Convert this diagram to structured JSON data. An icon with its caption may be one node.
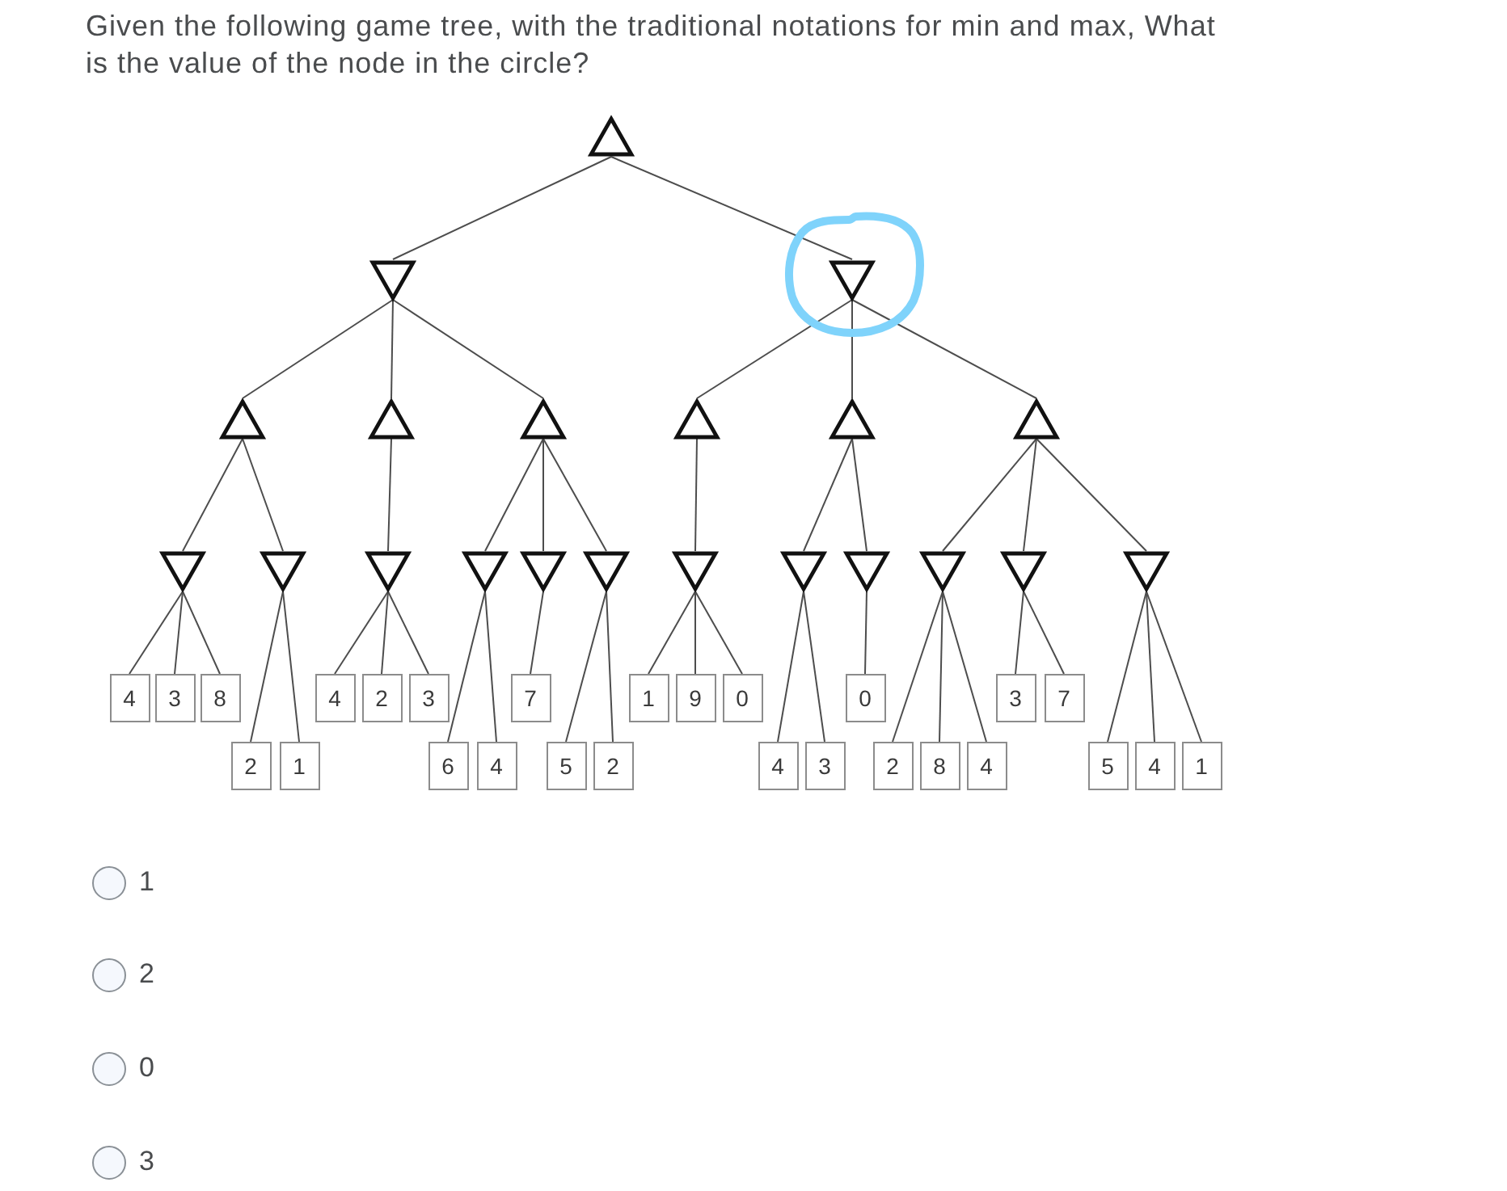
{
  "diagram": {
    "title": "Given the following game tree, with the traditional notations for min and max, What is the value of the node in the circle?",
    "nodes": [
      {
        "text": [],
        "shape": "triangle"
      },
      {
        "text": [],
        "shape": "triangle"
      },
      {
        "text": [],
        "shape": "triangle"
      },
      {
        "text": [],
        "shape": "triangle"
      },
      {
        "text": [],
        "shape": "triangle"
      },
      {
        "text": [],
        "shape": "triangle"
      },
      {
        "text": [],
        "shape": "triangle"
      },
      {
        "text": [],
        "shape": "triangle"
      },
      {
        "text": [],
        "shape": "triangle"
      },
      {
        "text": [],
        "shape": "triangle"
      },
      {
        "text": [],
        "shape": "triangle"
      },
      {
        "text": [],
        "shape": "triangle"
      },
      {
        "text": [],
        "shape": "triangle"
      },
      {
        "text": [],
        "shape": "triangle"
      },
      {
        "text": [],
        "shape": "triangle"
      },
      {
        "text": [],
        "shape": "triangle"
      },
      {
        "text": [],
        "shape": "triangle"
      },
      {
        "text": [],
        "shape": "triangle"
      },
      {
        "text": [],
        "shape": "triangle"
      },
      {
        "text": [],
        "shape": "triangle"
      },
      {
        "text": [],
        "shape": "triangle"
      },
      {
        "text": [
          "4"
        ]
      },
      {
        "text": [
          "3"
        ]
      },
      {
        "text": [
          "8"
        ]
      },
      {
        "text": [
          "2"
        ]
      },
      {
        "text": [
          "1"
        ]
      },
      {
        "text": [
          "4"
        ]
      },
      {
        "text": [
          "2"
        ]
      },
      {
        "text": [
          "3"
        ]
      },
      {
        "text": [
          "6"
        ]
      },
      {
        "text": [
          "4"
        ]
      },
      {
        "text": [
          "7"
        ]
      },
      {
        "text": [
          "5"
        ]
      },
      {
        "text": [
          "2"
        ]
      },
      {
        "text": [
          "1"
        ]
      },
      {
        "text": [
          "9"
        ]
      },
      {
        "text": [
          "0"
        ]
      },
      {
        "text": [
          "4"
        ]
      },
      {
        "text": [
          "3"
        ]
      },
      {
        "text": [
          "0"
        ]
      },
      {
        "text": [
          "2"
        ]
      },
      {
        "text": [
          "8"
        ]
      },
      {
        "text": [
          "4"
        ]
      },
      {
        "text": [
          "3"
        ]
      },
      {
        "text": [
          "7"
        ]
      },
      {
        "text": [
          "5"
        ]
      },
      {
        "text": [
          "4"
        ]
      },
      {
        "text": [
          "1"
        ]
      }
    ],
    "edges": [
      {
        "from": 0,
        "to": 1,
        "arrow": "none"
      },
      {
        "from": 0,
        "to": 2,
        "arrow": "none"
      },
      {
        "from": 1,
        "to": 3,
        "arrow": "none"
      },
      {
        "from": 1,
        "to": 4,
        "arrow": "none"
      },
      {
        "from": 1,
        "to": 5,
        "arrow": "none"
      },
      {
        "from": 2,
        "to": 6,
        "arrow": "none"
      },
      {
        "from": 2,
        "to": 7,
        "arrow": "none"
      },
      {
        "from": 2,
        "to": 8,
        "arrow": "none"
      },
      {
        "from": 3,
        "to": 9,
        "arrow": "none"
      },
      {
        "from": 3,
        "to": 10,
        "arrow": "none"
      },
      {
        "from": 4,
        "to": 11,
        "arrow": "none"
      },
      {
        "from": 5,
        "to": 12,
        "arrow": "none"
      },
      {
        "from": 5,
        "to": 13,
        "arrow": "none"
      },
      {
        "from": 5,
        "to": 14,
        "arrow": "none"
      },
      {
        "from": 6,
        "to": 15,
        "arrow": "none"
      },
      {
        "from": 7,
        "to": 16,
        "arrow": "none"
      },
      {
        "from": 7,
        "to": 17,
        "arrow": "none"
      },
      {
        "from": 8,
        "to": 18,
        "arrow": "none"
      },
      {
        "from": 8,
        "to": 19,
        "arrow": "none"
      },
      {
        "from": 8,
        "to": 20,
        "arrow": "none"
      },
      {
        "from": 9,
        "to": 21,
        "arrow": "none"
      },
      {
        "from": 9,
        "to": 22,
        "arrow": "none"
      },
      {
        "from": 9,
        "to": 23,
        "arrow": "none"
      },
      {
        "from": 10,
        "to": 24,
        "arrow": "none"
      },
      {
        "from": 10,
        "to": 25,
        "arrow": "none"
      },
      {
        "from": 11,
        "to": 26,
        "arrow": "none"
      },
      {
        "from": 11,
        "to": 27,
        "arrow": "none"
      },
      {
        "from": 11,
        "to": 28,
        "arrow": "none"
      },
      {
        "from": 12,
        "to": 29,
        "arrow": "none"
      },
      {
        "from": 12,
        "to": 30,
        "arrow": "none"
      },
      {
        "from": 13,
        "to": 31,
        "arrow": "none"
      },
      {
        "from": 14,
        "to": 32,
        "arrow": "none"
      },
      {
        "from": 14,
        "to": 33,
        "arrow": "none"
      },
      {
        "from": 15,
        "to": 34,
        "arrow": "none"
      },
      {
        "from": 15,
        "to": 35,
        "arrow": "none"
      },
      {
        "from": 15,
        "to": 36,
        "arrow": "none"
      },
      {
        "from": 16,
        "to": 37,
        "arrow": "none"
      },
      {
        "from": 16,
        "to": 38,
        "arrow": "none"
      },
      {
        "from": 17,
        "to": 39,
        "arrow": "none"
      },
      {
        "from": 18,
        "to": 40,
        "arrow": "none"
      },
      {
        "from": 18,
        "to": 41,
        "arrow": "none"
      },
      {
        "from": 18,
        "to": 42,
        "arrow": "none"
      },
      {
        "from": 19,
        "to": 43,
        "arrow": "none"
      },
      {
        "from": 19,
        "to": 44,
        "arrow": "none"
      },
      {
        "from": 20,
        "to": 45,
        "arrow": "none"
      },
      {
        "from": 20,
        "to": 46,
        "arrow": "none"
      },
      {
        "from": 20,
        "to": 47,
        "arrow": "none"
      }
    ],
    "labels": [
      "1",
      "2",
      "0",
      "3"
    ]
  }
}
